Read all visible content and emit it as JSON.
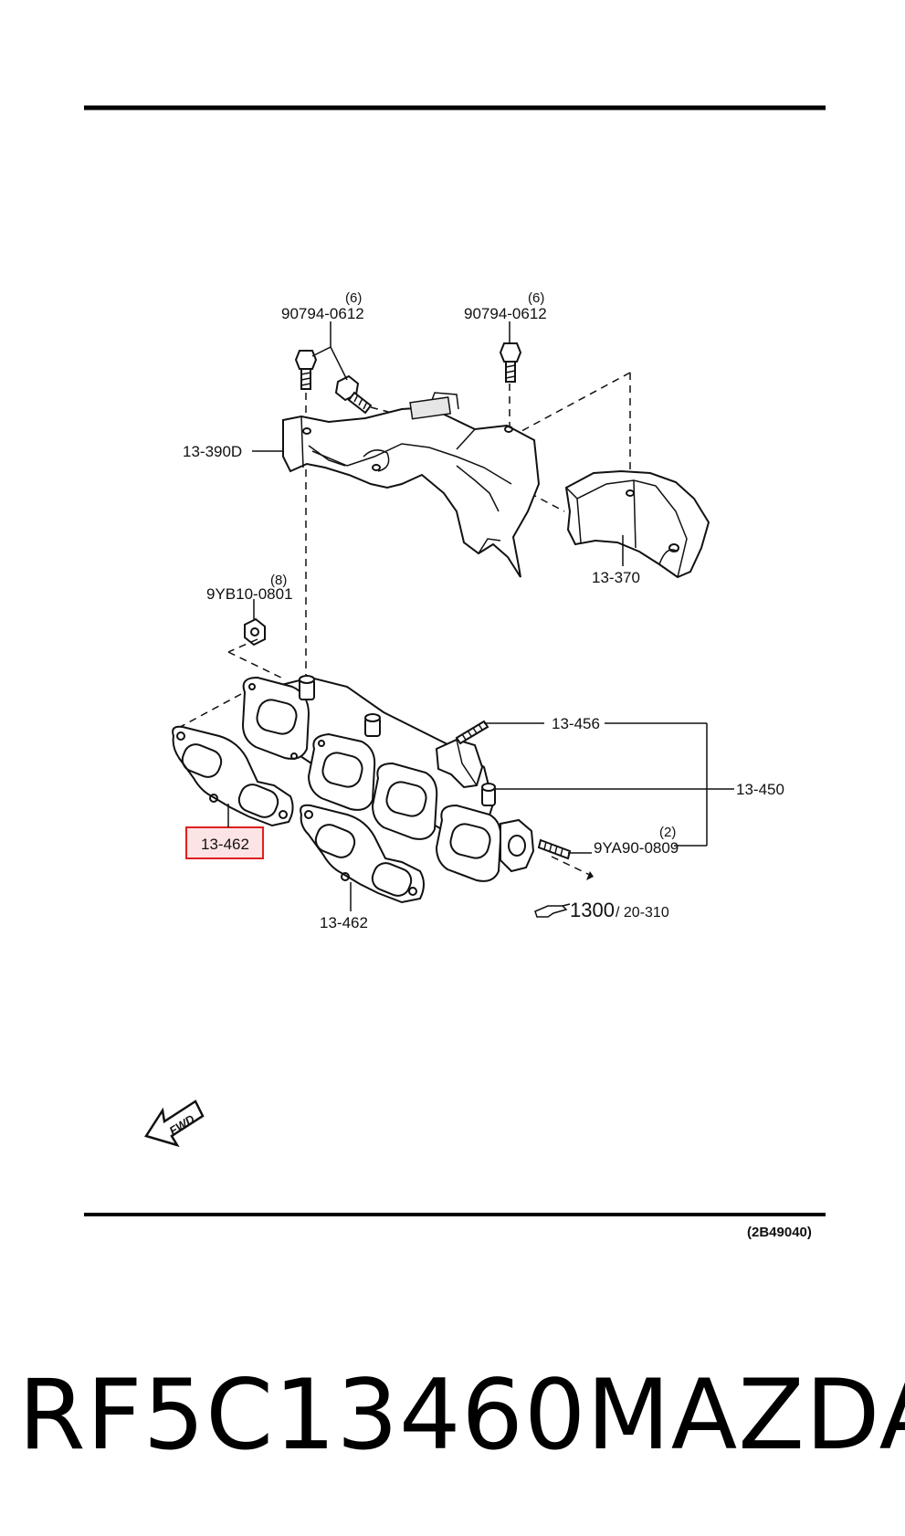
{
  "parts": {
    "bolt_left": {
      "number": "90794-0612",
      "qty": "(6)"
    },
    "bolt_right": {
      "number": "90794-0612",
      "qty": "(6)"
    },
    "heat_insulator_upper": {
      "number": "13-390D"
    },
    "heat_insulator_lower": {
      "number": "13-370"
    },
    "nut": {
      "number": "9YB10-0801",
      "qty": "(8)"
    },
    "stud_upper": {
      "number": "13-456"
    },
    "manifold": {
      "number": "13-450"
    },
    "stud_lower": {
      "number": "9YA90-0809",
      "qty": "(2)"
    },
    "gasket_highlighted": {
      "number": "13-462"
    },
    "gasket_lower": {
      "number": "13-462"
    }
  },
  "reference": {
    "page": "1300",
    "section": "/ 20-310"
  },
  "fwd_label": "FWD",
  "figure_code": "(2B49040)",
  "footer": {
    "part_number": "RF5C13460",
    "brand": "MAZDA"
  },
  "colors": {
    "highlight_border": "#e02020",
    "highlight_fill": "#fde4e4"
  }
}
